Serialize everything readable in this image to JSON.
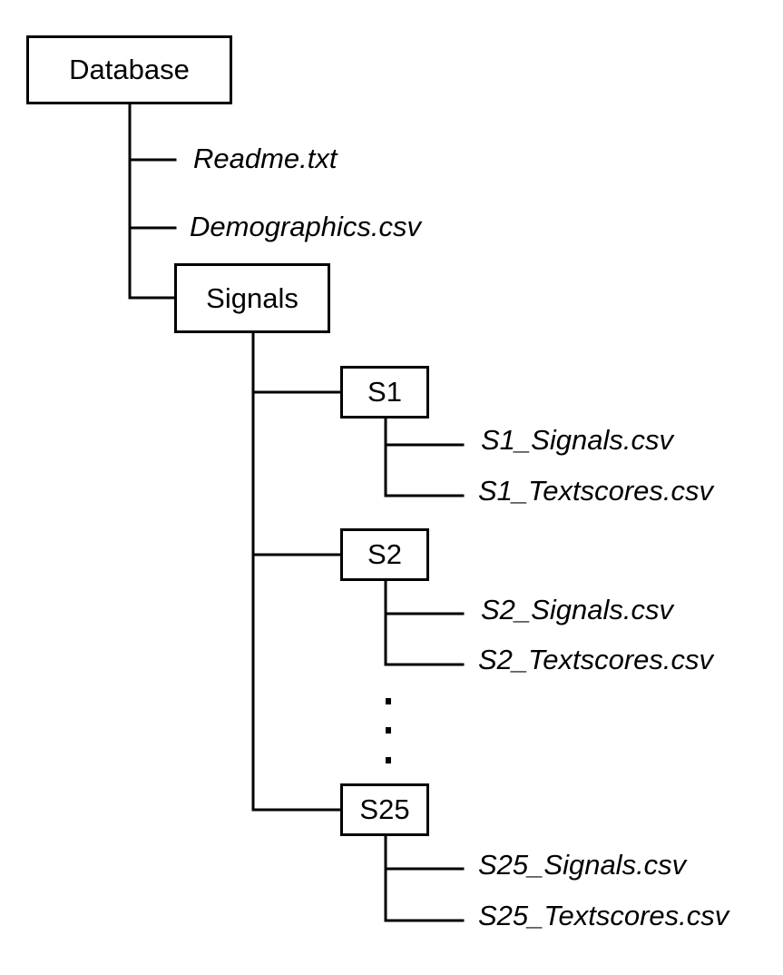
{
  "root": {
    "label": "Database"
  },
  "root_files": [
    {
      "label": "Readme.txt"
    },
    {
      "label": "Demographics.csv"
    }
  ],
  "signals_folder": {
    "label": "Signals"
  },
  "subjects": [
    {
      "label": "S1",
      "files": [
        {
          "label": "S1_Signals.csv"
        },
        {
          "label": "S1_Textscores.csv"
        }
      ]
    },
    {
      "label": "S2",
      "files": [
        {
          "label": "S2_Signals.csv"
        },
        {
          "label": "S2_Textscores.csv"
        }
      ]
    },
    {
      "label": "S25",
      "files": [
        {
          "label": "S25_Signals.csv"
        },
        {
          "label": "S25_Textscores.csv"
        }
      ]
    }
  ],
  "colors": {
    "line": "#000000",
    "text": "#000000",
    "background": "#ffffff"
  }
}
